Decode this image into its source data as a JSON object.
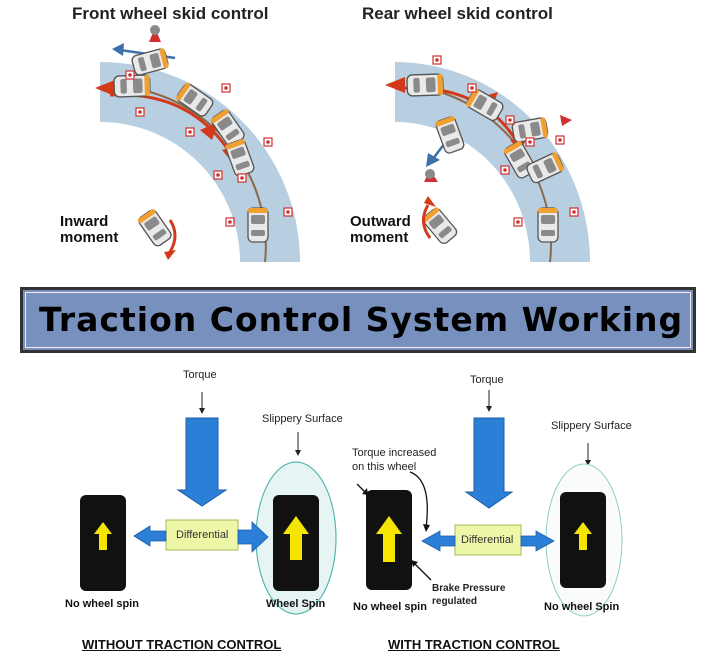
{
  "top": {
    "front_title": "Front wheel skid control",
    "rear_title": "Rear wheel skid control",
    "front_moment": [
      "Inward",
      "moment"
    ],
    "rear_moment": [
      "Outward",
      "moment"
    ]
  },
  "banner": {
    "text": "Traction Control System Working"
  },
  "without": {
    "torque": "Torque",
    "slippery": "Slippery Surface",
    "differential": "Differential",
    "left_wheel": "No wheel spin",
    "right_wheel": "Wheel Spin",
    "caption": "WITHOUT TRACTION CONTROL"
  },
  "with": {
    "torque": "Torque",
    "slippery": "Slippery Surface",
    "differential": "Differential",
    "torque_increased": [
      "Torque increased",
      "on this wheel"
    ],
    "brake": [
      "Brake Pressure",
      "regulated"
    ],
    "left_wheel": "No wheel spin",
    "right_wheel": "No wheel Spin",
    "caption": "WITH TRACTION CONTROL"
  },
  "colors": {
    "road": "#b7cfe0",
    "car_orange": "#f0a030",
    "path_red": "#d23a1a",
    "banner": "#7790bd",
    "arrow_blue": "#2c7fd6",
    "diff_fill": "#eef7a8",
    "tire_fill": "#111111",
    "wheel_arrow": "#f4e600"
  },
  "icons": [
    "car-icon",
    "red-arrow-icon",
    "blue-arrow-icon",
    "yellow-arrow-icon",
    "cone-icon"
  ]
}
